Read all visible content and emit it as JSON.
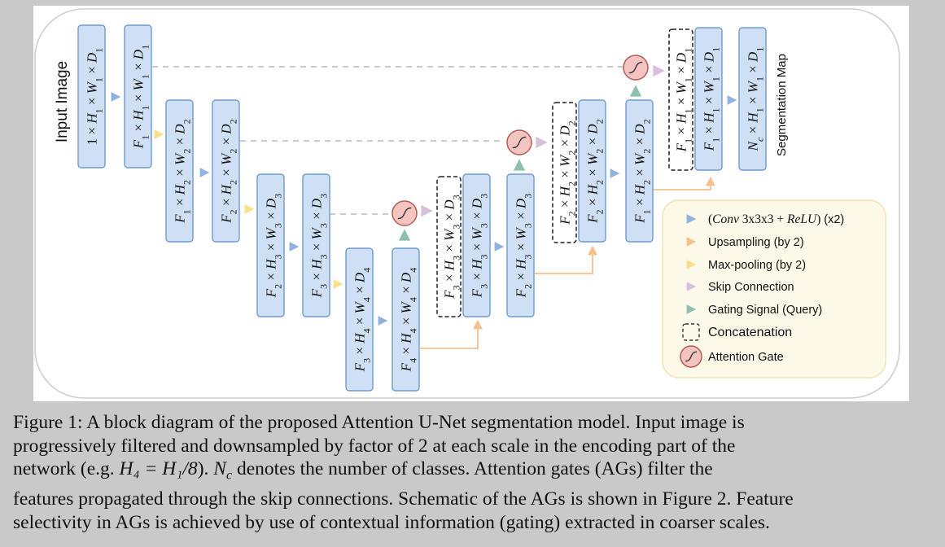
{
  "diagram": {
    "input_label": "Input Image",
    "output_label": "Segmentation Map",
    "blocks": [
      {
        "id": "b1",
        "fmt": "1 x H_1 x W_1 x D_1"
      },
      {
        "id": "b2",
        "fmt": "F_1 x H_1 x W_1 x D_1"
      },
      {
        "id": "b3",
        "fmt": "F_1 x H_2 x W_2 x D_2"
      },
      {
        "id": "b4",
        "fmt": "F_2 x H_2 x W_2 x D_2"
      },
      {
        "id": "b5",
        "fmt": "F_2 x H_3 x W_3 x D_3"
      },
      {
        "id": "b6",
        "fmt": "F_3 x H_3 x W_3 x D_3"
      },
      {
        "id": "b7",
        "fmt": "F_3 x H_4 x W_4 x D_4"
      },
      {
        "id": "b8",
        "fmt": "F_4 x H_4 x W_4 x D_4"
      },
      {
        "id": "b9",
        "fmt": "F_3 x H_3 x W_3 x D_3",
        "dashed": true
      },
      {
        "id": "b10",
        "fmt": "F_3 x H_3 x W_3 x D_3"
      },
      {
        "id": "b11",
        "fmt": "F_2 x H_3 x W_3 x D_3"
      },
      {
        "id": "b12",
        "fmt": "F_2 x H_2 x W_2 x D_2",
        "dashed": true
      },
      {
        "id": "b13",
        "fmt": "F_2 x H_2 x W_2 x D_2"
      },
      {
        "id": "b14",
        "fmt": "F_1 x H_2 x W_2 x D_2"
      },
      {
        "id": "b15",
        "fmt": "F_1 x H_1 x W_1 x D_1",
        "dashed": true
      },
      {
        "id": "b16",
        "fmt": "F_1 x H_1 x W_1 x D_1"
      },
      {
        "id": "b17",
        "fmt": "N_c x H_1 x W_1 x D_1"
      }
    ],
    "legend": [
      {
        "kind": "conv",
        "label": "(Conv 3x3x3 + ReLU) (x2)"
      },
      {
        "kind": "upsampling",
        "label": "Upsampling (by 2)"
      },
      {
        "kind": "maxpool",
        "label": "Max-pooling (by 2)"
      },
      {
        "kind": "skip",
        "label": "Skip Connection"
      },
      {
        "kind": "gating",
        "label": "Gating Signal (Query)"
      },
      {
        "kind": "concat",
        "label": "Concatenation"
      },
      {
        "kind": "gate",
        "label": "Attention Gate"
      }
    ],
    "colors": {
      "block_fill": "#cfe0f4",
      "block_stroke": "#6f9bd0",
      "conv": "#8fb2e0",
      "upsampling": "#f6c08e",
      "maxpool": "#f8df8a",
      "skip": "#d8bfdc",
      "gating": "#8fc1b2",
      "gate_fill": "#f3c4c0",
      "gate_stroke": "#b65a55",
      "legend_fill": "#fdf9e9",
      "legend_stroke": "#efe3b3",
      "frame": "#cfcfcf"
    }
  },
  "caption": {
    "lines": [
      "Figure 1: A block diagram of the proposed Attention U-Net segmentation model. Input image is",
      "progressively filtered and downsampled by factor of 2 at each scale in the encoding part of the",
      "network (e.g. ",
      "features propagated through the skip connections. Schematic of the AGs is shown in Figure 2. Feature",
      "selectivity in AGs is achieved by use of contextual information (gating) extracted in coarser scales."
    ],
    "line3_math1": "H₄ = H₁/8",
    "line3_mid": "). ",
    "line3_math2": "N",
    "line3_math2_sub": "c",
    "line3_rest": " denotes the number of classes. Attention gates (AGs) filter the"
  }
}
